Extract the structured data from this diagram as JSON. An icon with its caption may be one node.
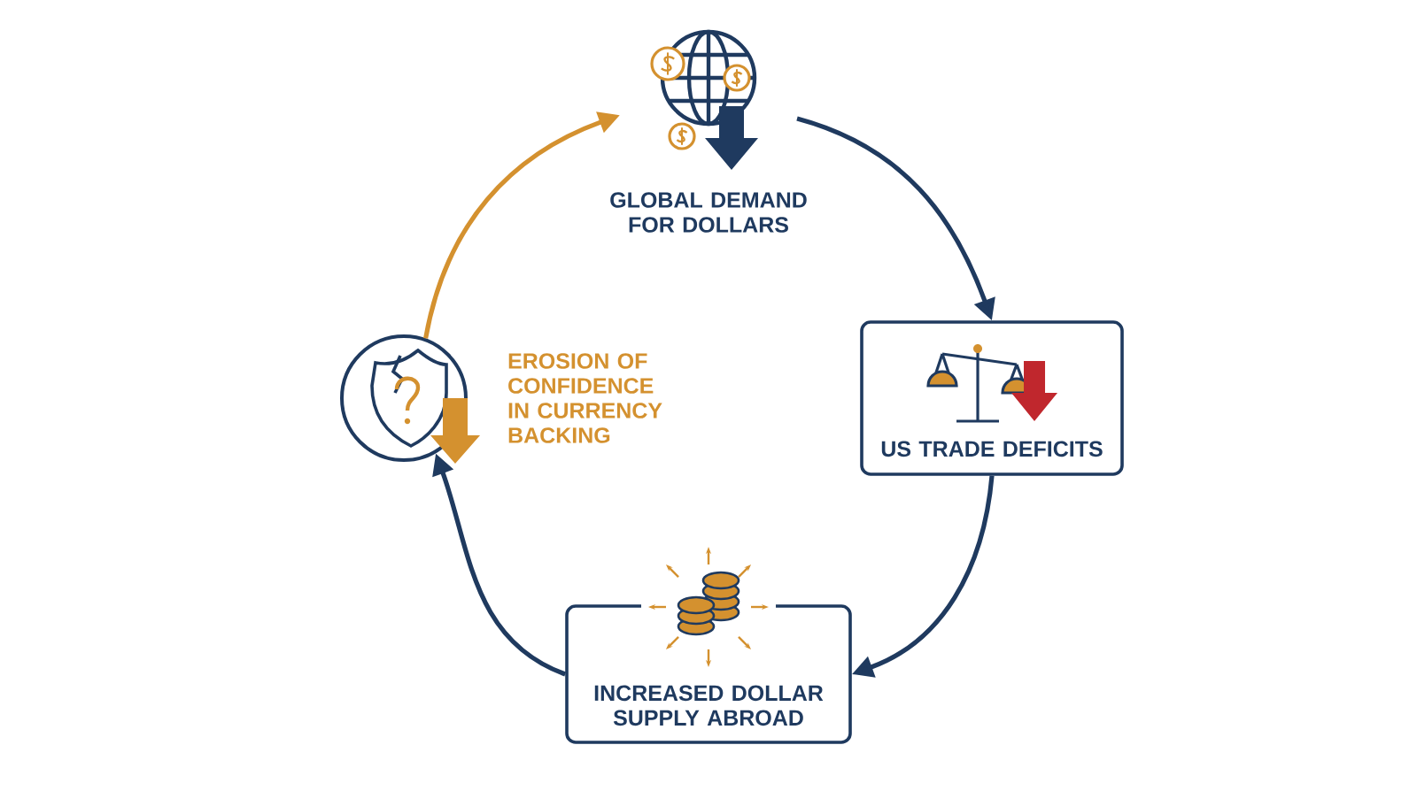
{
  "diagram": {
    "nodes": [
      {
        "text": [
          "GLOBAL DEMAND FOR DOLLARS"
        ]
      },
      {
        "text": [
          "US TRADE DEFICITS"
        ]
      },
      {
        "text": [
          "INCREASED DOLLAR SUPPLY ABROAD"
        ]
      },
      {
        "text": [],
        "shape": "circle",
        "beside": [
          "EROSION OF CONFIDENCE IN CURRENCY BACKING"
        ]
      }
    ],
    "edges": [
      {
        "from": 0,
        "to": 1,
        "arrow": "to"
      },
      {
        "from": 1,
        "to": 2,
        "arrow": "to"
      },
      {
        "from": 2,
        "to": 3,
        "arrow": "to"
      },
      {
        "from": 3,
        "to": 0,
        "arrow": "to",
        "color": "#d4912f"
      }
    ]
  }
}
